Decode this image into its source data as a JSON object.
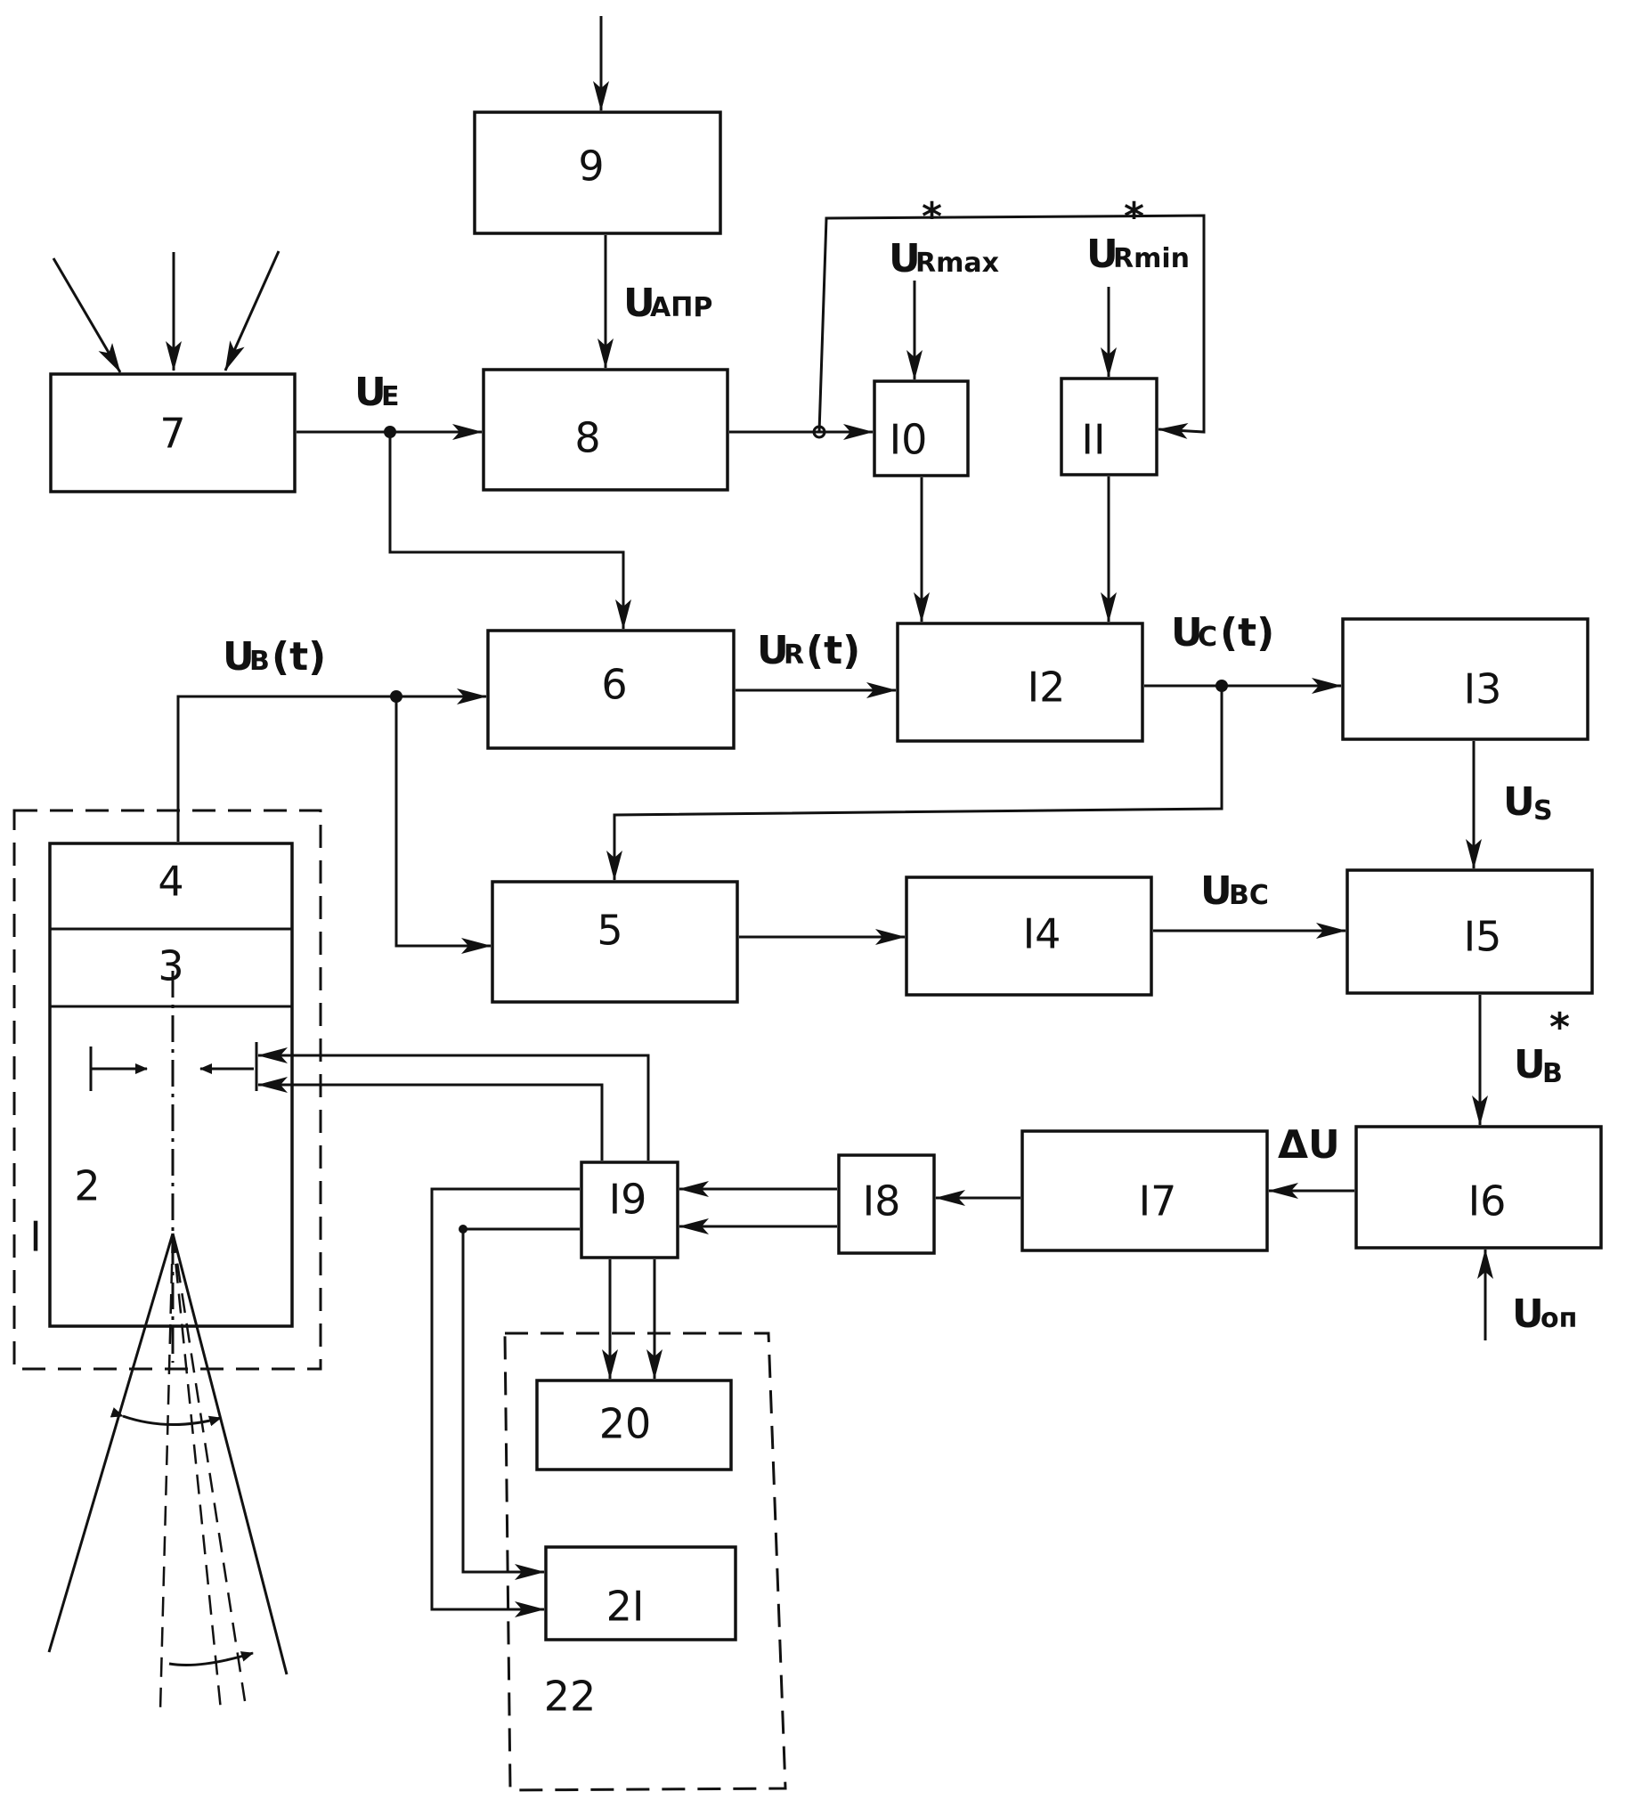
{
  "blocks": {
    "b1": "I",
    "b2": "2",
    "b3": "3",
    "b4": "4",
    "b5": "5",
    "b6": "6",
    "b7": "7",
    "b8": "8",
    "b9": "9",
    "b10": "I0",
    "b11": "II",
    "b12": "I2",
    "b13": "I3",
    "b14": "I4",
    "b15": "I5",
    "b16": "I6",
    "b17": "I7",
    "b18": "I8",
    "b19": "I9",
    "b20": "20",
    "b21": "2I",
    "b22": "22"
  },
  "signals": {
    "u_apr_main": "U",
    "u_apr_sub": "АПР",
    "u_rmax_main": "U",
    "u_rmax_sub": "Rmax",
    "u_rmin_main": "U",
    "u_rmin_sub": "Rmin",
    "star": "*",
    "u_e_main": "U",
    "u_e_sub": "E",
    "u_b_t": "U",
    "u_b_t_sub": "B",
    "u_b_t_arg": "(t)",
    "u_r_t": "U",
    "u_r_t_sub": "R",
    "u_r_t_arg": "(t)",
    "u_c_t": "U",
    "u_c_t_sub": "C",
    "u_c_t_arg": "(t)",
    "u_s_main": "U",
    "u_s_sub": "S",
    "u_bc_main": "U",
    "u_bc_sub": "BC",
    "u_b_star_main": "U",
    "u_b_star_sub": "B",
    "delta_u": "ΔU",
    "u_op_main": "U",
    "u_op_sub": "оп"
  }
}
